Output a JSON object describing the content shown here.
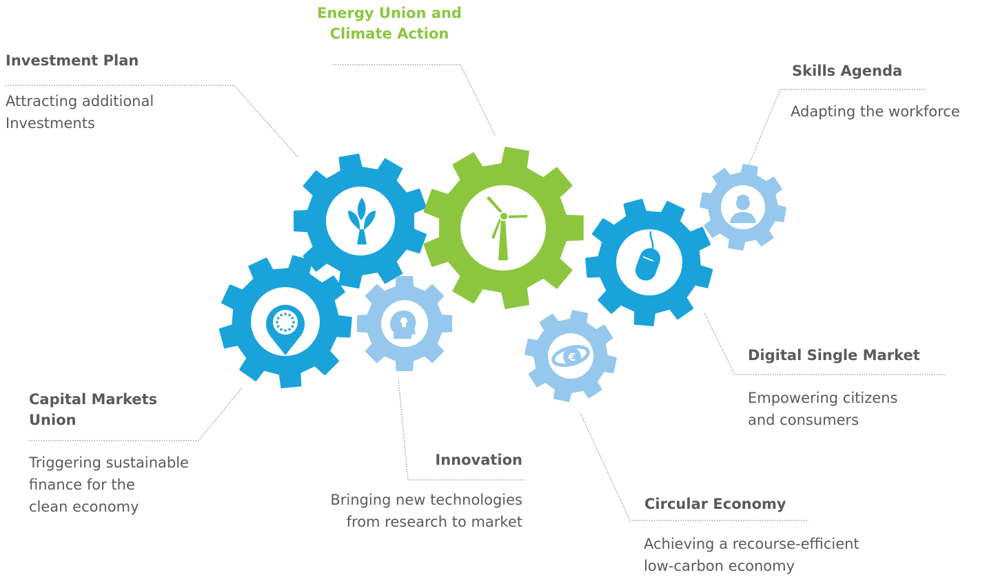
{
  "colors": {
    "blue": "#1aa3db",
    "light_blue": "#95c8ec",
    "green": "#8cc63f",
    "text": "#5a5a5a",
    "leader": "#8a8a8a"
  },
  "center": {
    "title_line1": "Energy Union and",
    "title_line2": "Climate Action",
    "icon": "wind-turbine-icon"
  },
  "investment": {
    "title": "Investment Plan",
    "desc_line1": "Attracting additional",
    "desc_line2": "Investments",
    "icon": "sprout-icon"
  },
  "skills": {
    "title": "Skills Agenda",
    "desc": "Adapting the workforce",
    "icon": "worker-icon"
  },
  "digital": {
    "title": "Digital Single Market",
    "desc_line1": "Empowering citizens",
    "desc_line2": "and consumers",
    "icon": "computer-mouse-icon"
  },
  "capital": {
    "title_line1": "Capital Markets",
    "title_line2": "Union",
    "desc_line1": "Triggering sustainable",
    "desc_line2": "finance for the",
    "desc_line3": "clean economy",
    "icon": "eu-location-pin-icon"
  },
  "innovation": {
    "title": "Innovation",
    "desc_line1": "Bringing new technologies",
    "desc_line2": "from research to market",
    "icon": "head-lightbulb-icon"
  },
  "circular": {
    "title": "Circular Economy",
    "desc_line1": "Achieving a recourse-efficient",
    "desc_line2": "low-carbon economy",
    "icon": "euro-cycle-icon"
  }
}
